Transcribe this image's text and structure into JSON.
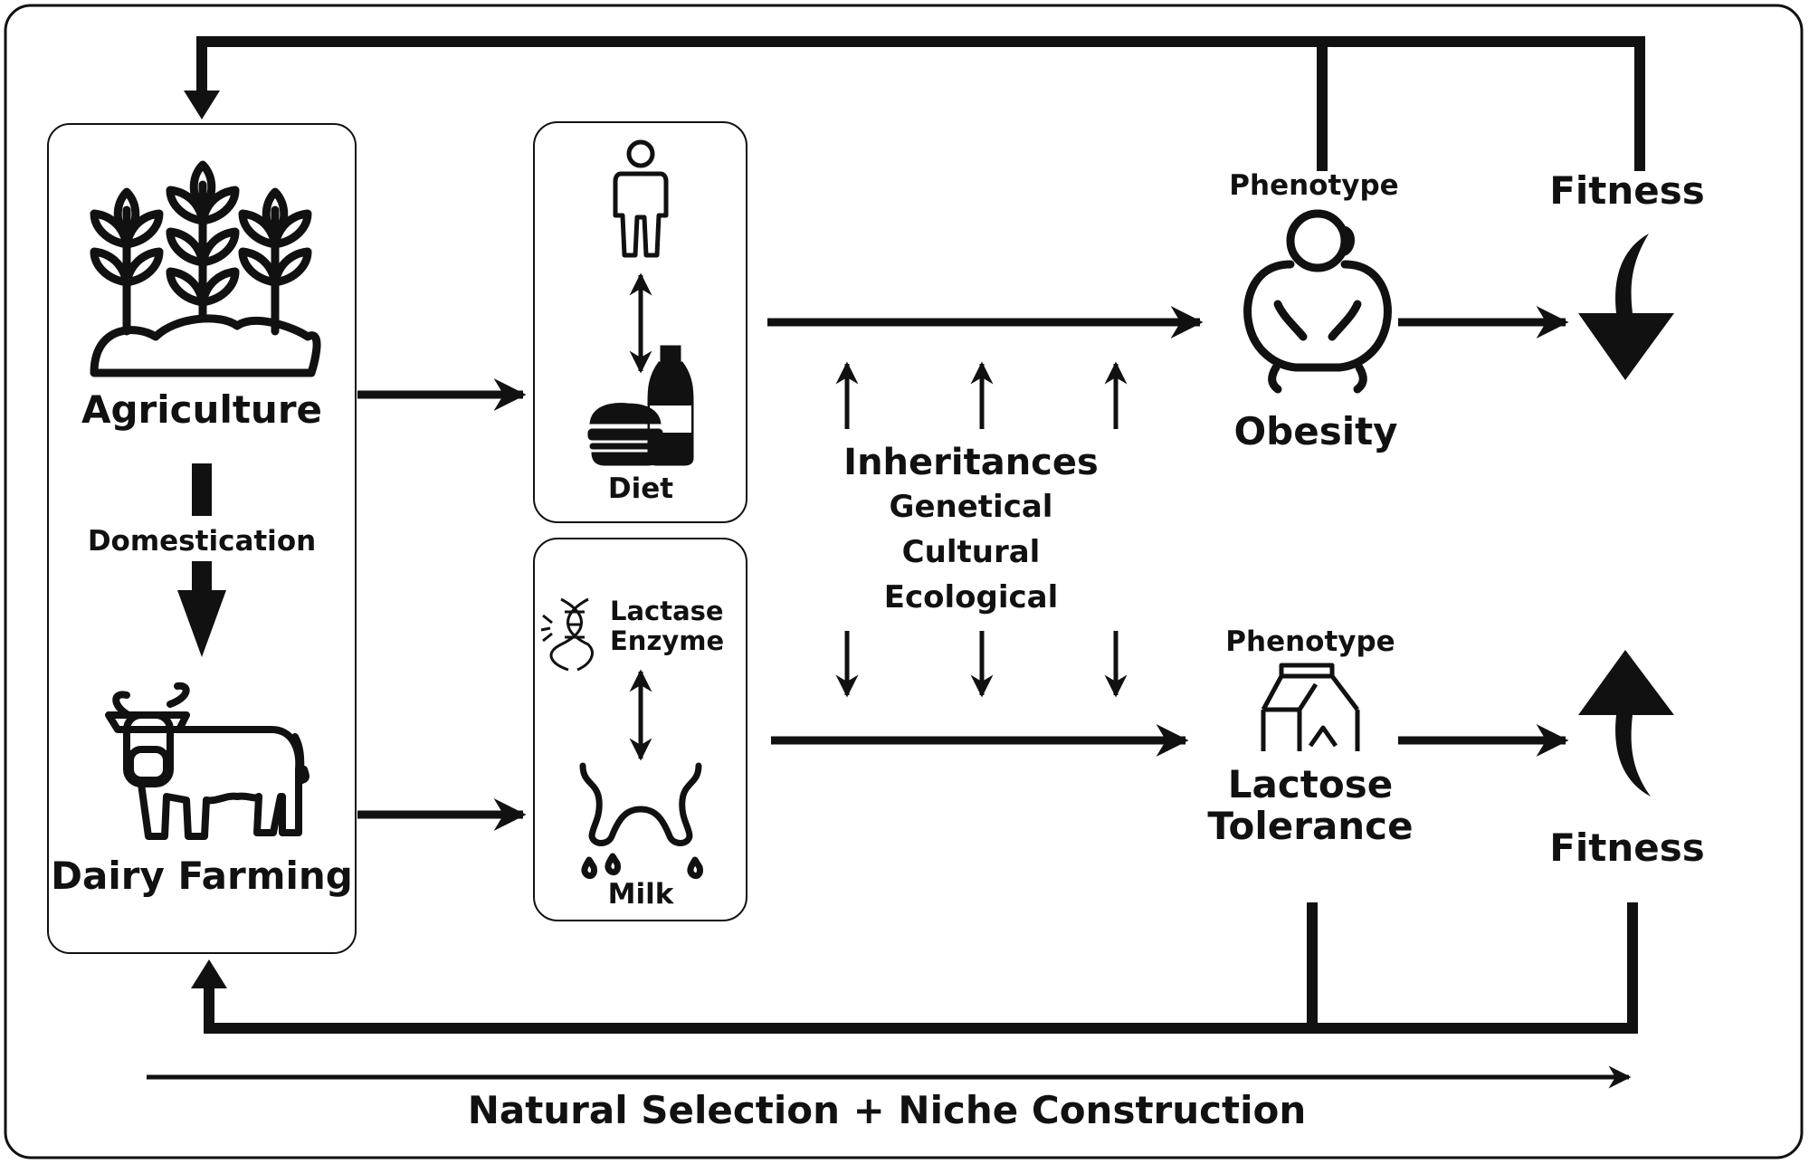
{
  "left_panel": {
    "agriculture": "Agriculture",
    "domestication": "Domestication",
    "dairy_farming": "Dairy Farming"
  },
  "diet_box": {
    "label": "Diet"
  },
  "milk_box": {
    "enzyme_line1": "Lactase",
    "enzyme_line2": "Enzyme",
    "milk": "Milk"
  },
  "inheritances": {
    "title": "Inheritances",
    "items": [
      "Genetical",
      "Cultural",
      "Ecological"
    ]
  },
  "top_branch": {
    "phenotype": "Phenotype",
    "trait": "Obesity",
    "fitness": "Fitness"
  },
  "bottom_branch": {
    "phenotype": "Phenotype",
    "trait_line1": "Lactose",
    "trait_line2": "Tolerance",
    "fitness": "Fitness"
  },
  "footer": {
    "process": "Natural Selection + Niche Construction"
  },
  "icons": [
    "wheat-icon",
    "cow-icon",
    "person-icon",
    "burger-soda-icon",
    "dna-icon",
    "udder-icon",
    "obese-person-icon",
    "milk-carton-icon",
    "curved-arrow-down-icon",
    "curved-arrow-up-icon"
  ],
  "colors": {
    "stroke": "#111111",
    "background": "#ffffff"
  }
}
